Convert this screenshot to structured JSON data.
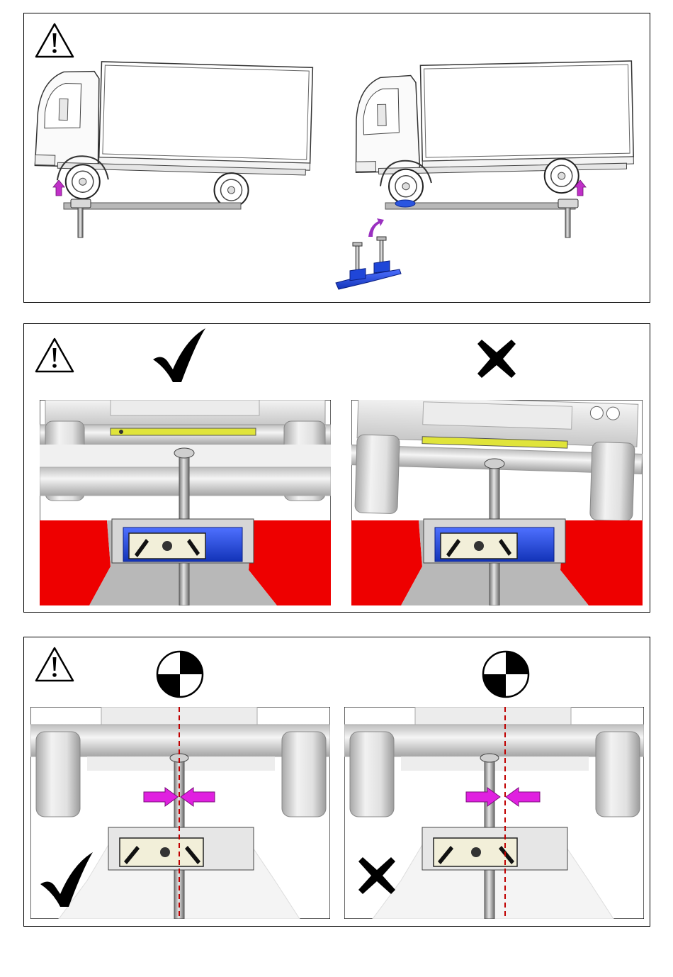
{
  "document": {
    "sections": [
      {
        "id": "lift-procedure",
        "warning_icon": "warning-triangle-icon",
        "illustrations": [
          "truck-lifted-front-axle",
          "truck-lifted-rear-axle",
          "jack-pair-accessory"
        ],
        "arrow_colors": {
          "lift_arrow": "#c030c8",
          "curved_arrow": "#9a30c0"
        }
      },
      {
        "id": "level-check",
        "warning_icon": "warning-triangle-icon",
        "correct_icon": "checkmark-icon",
        "incorrect_icon": "cross-icon",
        "colors": {
          "jack_body": "#1f46d8",
          "floor_zone": "#ee0000",
          "spirit_level": "#e0e43a"
        }
      },
      {
        "id": "center-alignment",
        "warning_icon": "warning-triangle-icon",
        "center_marker_icon": "center-of-gravity-icon",
        "correct_icon": "checkmark-icon",
        "incorrect_icon": "cross-icon",
        "colors": {
          "center_line": "#c00000",
          "alignment_arrows": "#e020e0"
        }
      }
    ]
  }
}
